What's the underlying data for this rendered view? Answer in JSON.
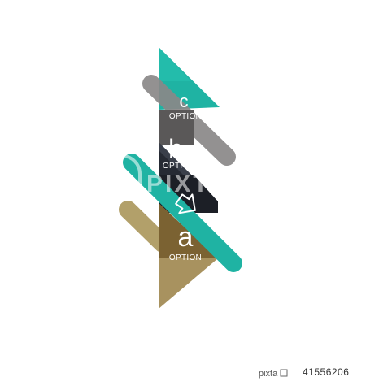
{
  "colors": {
    "teal": "#1fb3a3",
    "teal_dark": "#148f83",
    "gray": "#7a7878",
    "dark": "#2b2f38",
    "tan": "#a8925f",
    "brown": "#7b6232",
    "background": "#ffffff"
  },
  "options": [
    {
      "letter": "c",
      "caption": "OPTION"
    },
    {
      "letter": "b",
      "caption": "OPTION"
    },
    {
      "letter": "a",
      "caption": "OPTION"
    }
  ],
  "watermark": {
    "text": "PIXTA"
  },
  "footer": {
    "source_logo": "pixta",
    "image_id": "41556206"
  }
}
